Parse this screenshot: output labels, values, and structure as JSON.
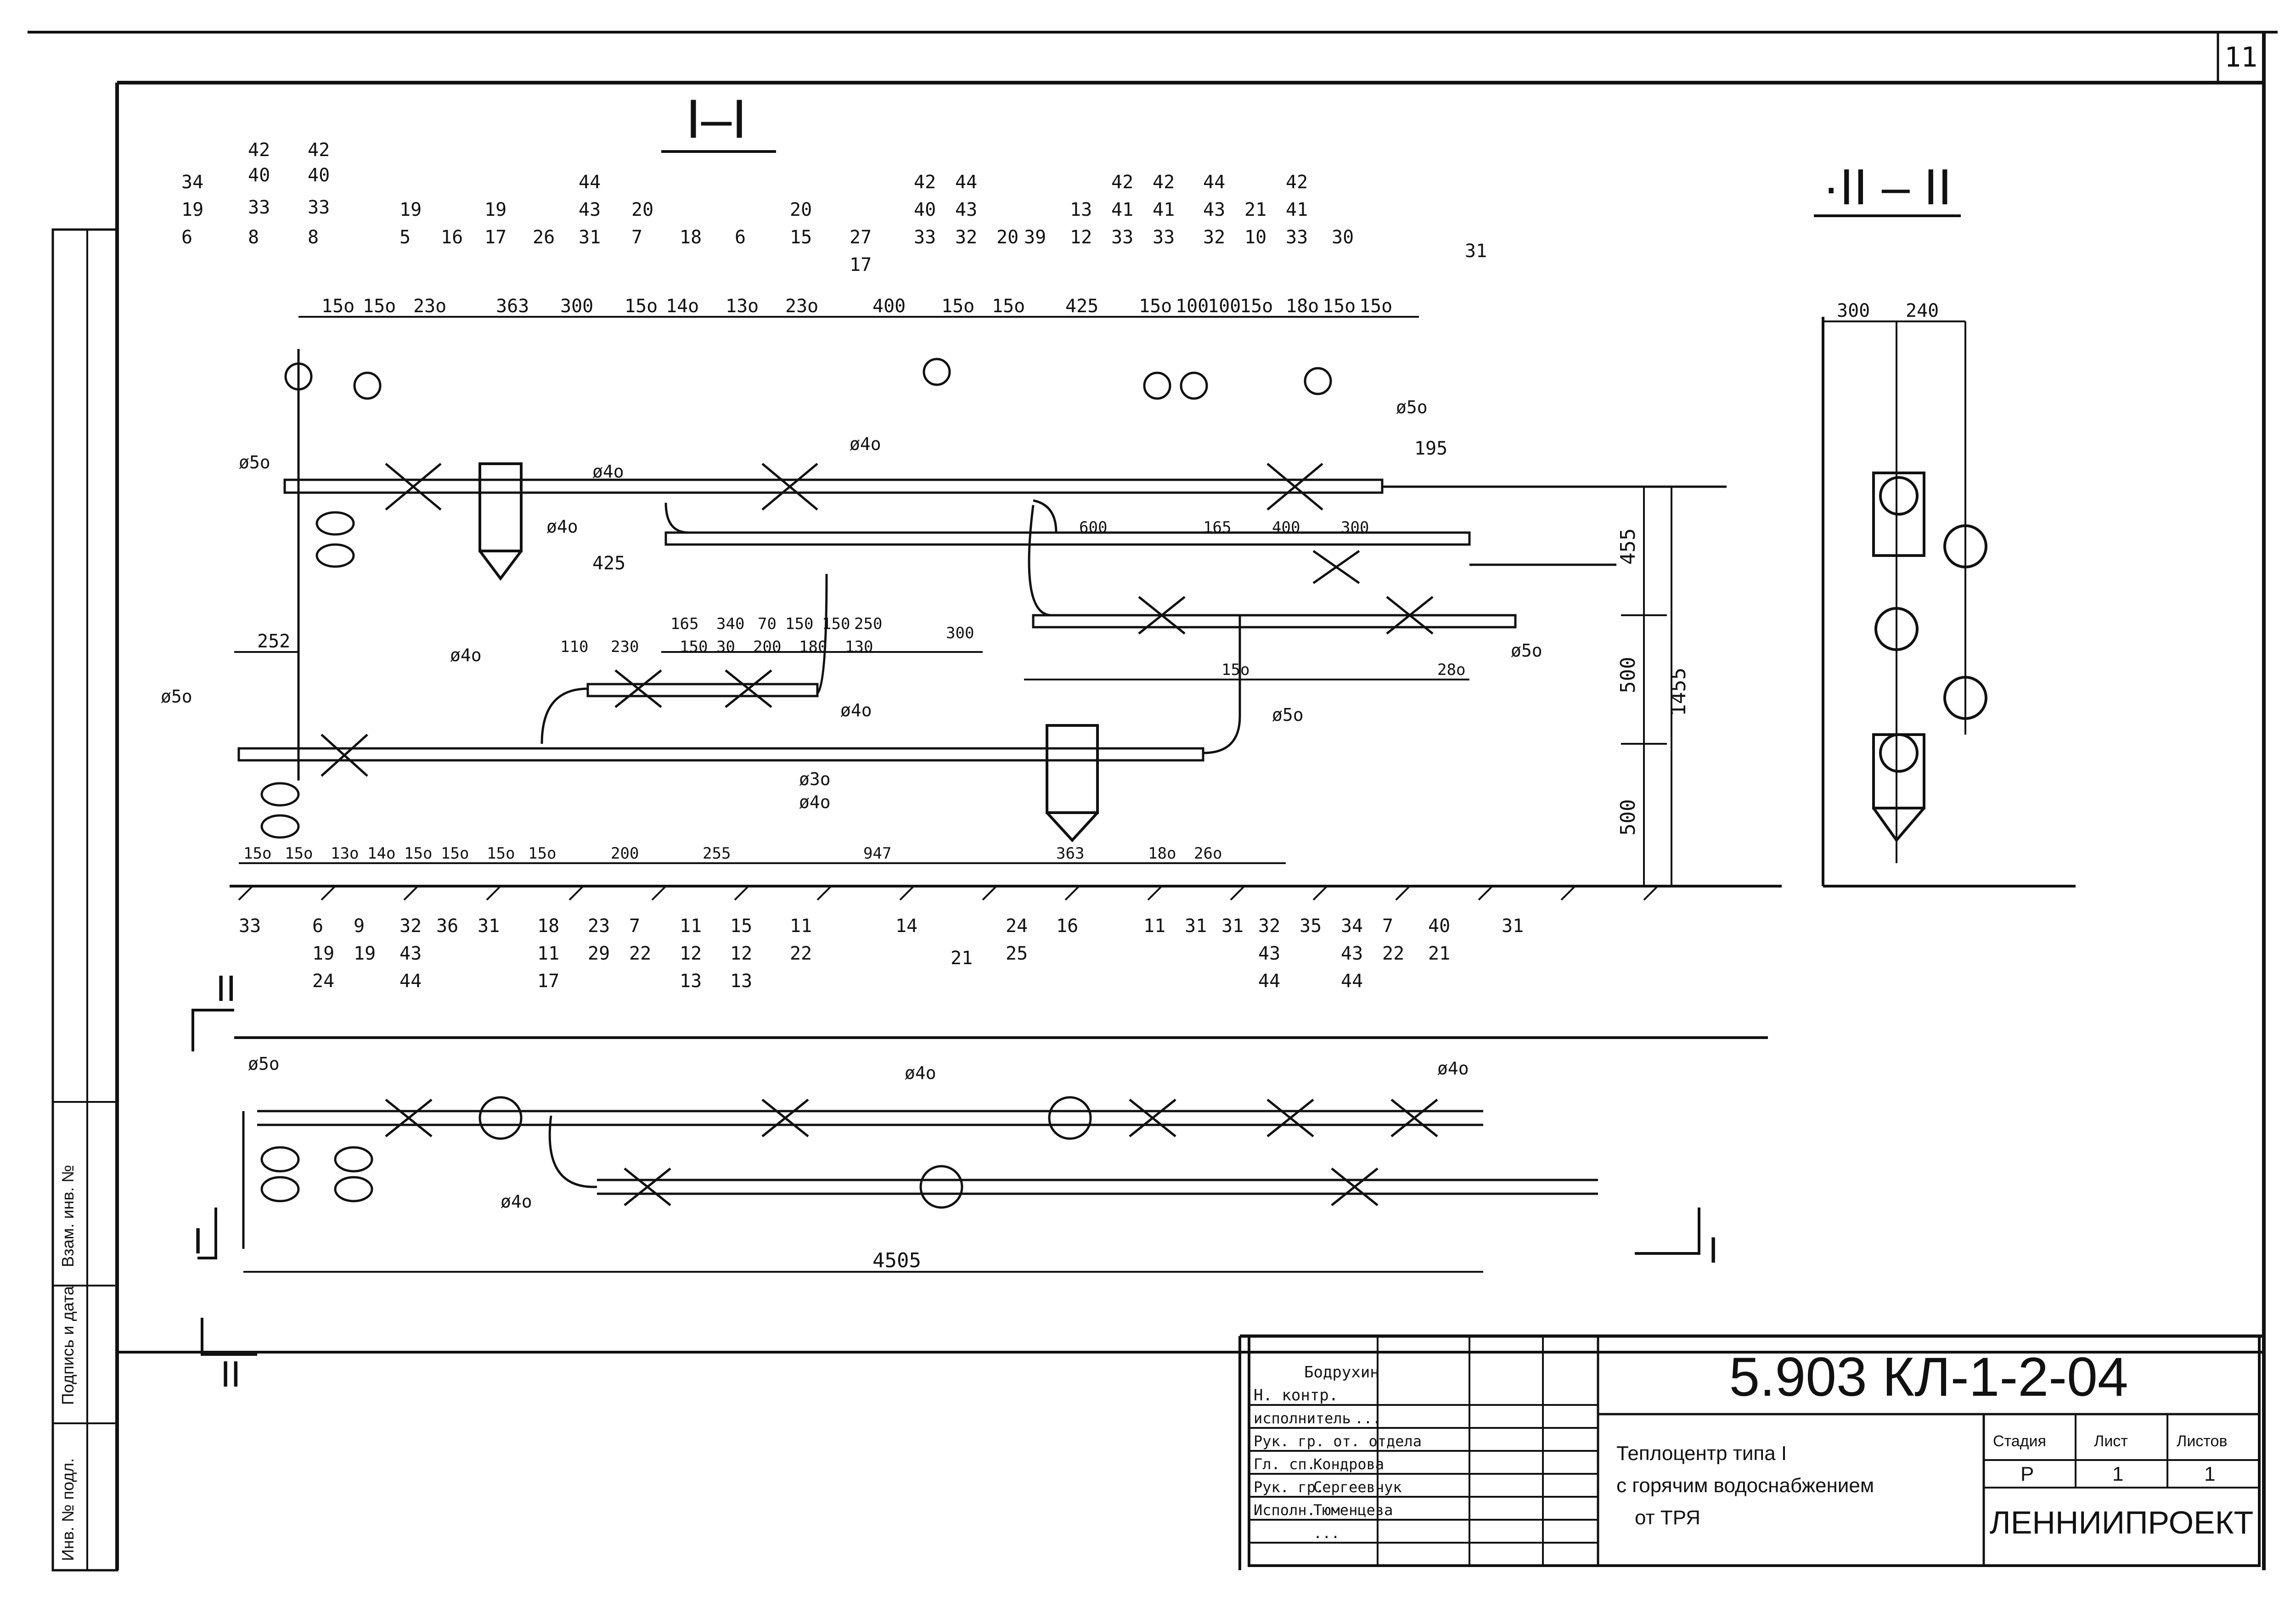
{
  "page_number": "11",
  "sections": {
    "s1": "I–I",
    "s2": "·II – II",
    "cut_plan_left": "II",
    "cut_plan_right": "I",
    "cut_left_bottom": "I",
    "cut_bottom": "II"
  },
  "dimensions": {
    "top_row": [
      "15о",
      "15о",
      "23о",
      "363",
      "300",
      "15о",
      "14о",
      "13о",
      "23о",
      "400",
      "15о",
      "15о",
      "425",
      "15о",
      "100",
      "100",
      "15о",
      "18о",
      "15о",
      "15о"
    ],
    "vertical": [
      "455",
      "500",
      "1455",
      "500"
    ],
    "bottom_row": [
      "15о",
      "15о",
      "13о",
      "14о",
      "15о",
      "15о",
      "15о",
      "15о",
      "200",
      "255",
      "947",
      "363",
      "18о",
      "26о"
    ],
    "mid_row": [
      "165",
      "340",
      "70",
      "150",
      "150",
      "250",
      "110",
      "230",
      "150",
      "30",
      "200",
      "180",
      "130",
      "300",
      "600",
      "400",
      "300",
      "165",
      "28о",
      "15о"
    ],
    "plan_length": "4505",
    "section2_top": [
      "300",
      "240"
    ],
    "left_offset": "252",
    "mid_425": "425",
    "right_195": "195"
  },
  "pipe_labels": [
    "ø5о",
    "ø5о",
    "ø4о",
    "ø4о",
    "ø4о",
    "ø5о",
    "ø4о",
    "ø5о",
    "ø3о",
    "ø4о",
    "ø5о",
    "ø4о",
    "ø5о",
    "ø4о",
    "ø4о",
    "ø4о"
  ],
  "callouts_top": [
    [
      "34",
      "19",
      "6"
    ],
    [
      "42",
      "40",
      "33",
      "8"
    ],
    [
      "42",
      "40",
      "33",
      "8"
    ],
    [
      "19",
      "5"
    ],
    [
      "16"
    ],
    [
      "19",
      "17"
    ],
    [
      "26"
    ],
    [
      "44",
      "43",
      "31"
    ],
    [
      "20",
      "7"
    ],
    [
      "18"
    ],
    [
      "6"
    ],
    [
      "20",
      "15"
    ],
    [
      "27",
      "17"
    ],
    [
      "42",
      "40",
      "33"
    ],
    [
      "44",
      "43",
      "32"
    ],
    [
      "20",
      "39"
    ],
    [
      "13",
      "12"
    ],
    [
      "42",
      "41",
      "33"
    ],
    [
      "42",
      "41",
      "33"
    ],
    [
      "44",
      "43",
      "32"
    ],
    [
      "21",
      "10"
    ],
    [
      "42",
      "41",
      "33"
    ],
    [
      "30"
    ],
    [
      "31"
    ]
  ],
  "callouts_bottom": [
    [
      "33"
    ],
    [
      "6",
      "19",
      "24"
    ],
    [
      "9",
      "19"
    ],
    [
      "32",
      "43",
      "44"
    ],
    [
      "36"
    ],
    [
      "31"
    ],
    [
      "18",
      "11",
      "17"
    ],
    [
      "23",
      "29"
    ],
    [
      "7",
      "22"
    ],
    [
      "11",
      "12",
      "13"
    ],
    [
      "15",
      "12",
      "13"
    ],
    [
      "11",
      "22"
    ],
    [
      "14"
    ],
    [
      "21"
    ],
    [
      "24",
      "25"
    ],
    [
      "16"
    ],
    [
      "11"
    ],
    [
      "31"
    ],
    [
      "31"
    ],
    [
      "32",
      "43",
      "44"
    ],
    [
      "35"
    ],
    [
      "34",
      "43",
      "44"
    ],
    [
      "7",
      "22"
    ],
    [
      "40",
      "21"
    ],
    [
      "31"
    ]
  ],
  "title_block": {
    "code": "5.903 КЛ-1-2-04",
    "description": [
      "Теплоцентр типа I",
      "с горячим водоснабжением",
      "от ТРЯ"
    ],
    "org": "ЛЕННИИПРОЕКТ",
    "stage_header": [
      "Стадия",
      "Лист",
      "Листов"
    ],
    "stage_values": [
      "Р",
      "1",
      "1"
    ],
    "roles": [
      [
        "Н. контр.",
        "Бодрухин"
      ],
      [
        "исполнитель",
        "..."
      ],
      [
        "Рук. гр. от. отдела",
        ""
      ],
      [
        "Гл. сп.",
        "Кондрова"
      ],
      [
        "Рук. гр.",
        "Сергеевчук"
      ],
      [
        "Исполн.",
        "Тюменцева"
      ],
      [
        "",
        "..."
      ]
    ]
  },
  "left_strip": [
    "Инв. № подл.",
    "Подпись и дата",
    "Взам. инв. №"
  ],
  "colors": {
    "ink": "#111111",
    "paper": "#ffffff"
  }
}
